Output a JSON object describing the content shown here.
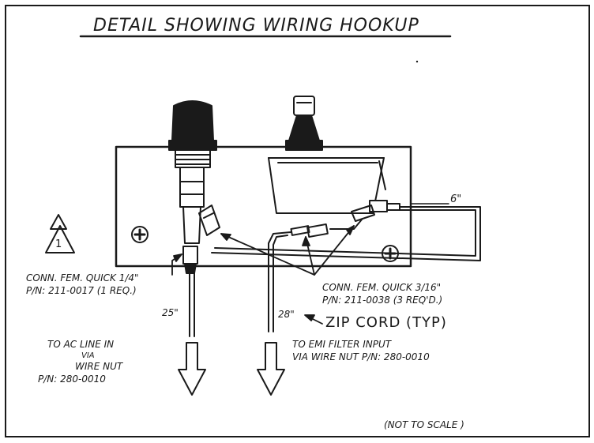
{
  "title": "DETAIL SHOWING WIRING HOOKUP",
  "note_marker": "1",
  "labels": {
    "six_inch": "6\"",
    "conn_quarter_line1": "CONN. FEM. QUICK 1/4\"",
    "conn_quarter_line2": "P/N: 211-0017 (1 REQ.)",
    "conn_3_16_line1": "CONN. FEM. QUICK 3/16\"",
    "conn_3_16_line2": "P/N: 211-0038  (3 REQ'D.)",
    "len_25": "25\"",
    "len_28": "28\"",
    "zip_cord": "ZIP CORD (TYP)",
    "ac_line_1": "TO AC LINE IN",
    "ac_line_2": "VIA",
    "ac_line_3": "WIRE NUT",
    "ac_line_4": "P/N: 280-0010",
    "emi_1": "TO EMI FILTER INPUT",
    "emi_2": "VIA  WIRE NUT P/N: 280-0010",
    "not_to_scale": "(NOT  TO  SCALE )"
  },
  "colors": {
    "ink": "#1a1a1a",
    "paper": "#ffffff"
  }
}
